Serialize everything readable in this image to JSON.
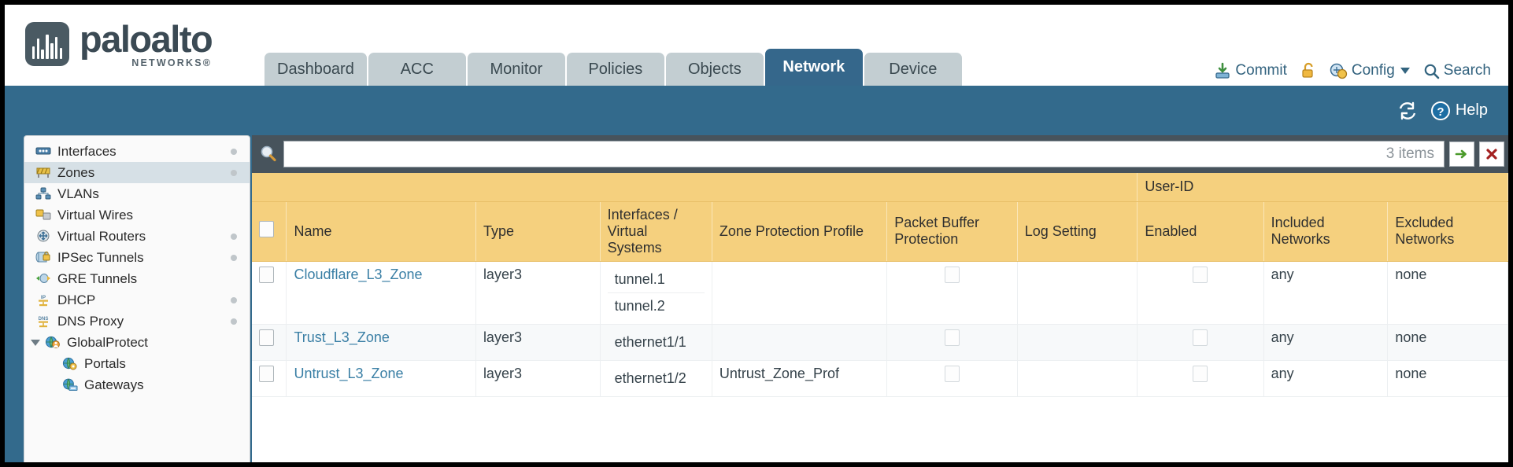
{
  "header": {
    "brand_name": "paloalto",
    "brand_sub": "NETWORKS®",
    "tabs": [
      {
        "label": "Dashboard",
        "active": false
      },
      {
        "label": "ACC",
        "active": false
      },
      {
        "label": "Monitor",
        "active": false
      },
      {
        "label": "Policies",
        "active": false
      },
      {
        "label": "Objects",
        "active": false
      },
      {
        "label": "Network",
        "active": true
      },
      {
        "label": "Device",
        "active": false
      }
    ],
    "actions": {
      "commit": "Commit",
      "config": "Config",
      "search": "Search"
    },
    "help": "Help"
  },
  "sidebar": {
    "items": [
      {
        "label": "Interfaces",
        "icon": "interfaces-icon",
        "dot": true,
        "selected": false,
        "child": false,
        "caret": false
      },
      {
        "label": "Zones",
        "icon": "zones-icon",
        "dot": true,
        "selected": true,
        "child": false,
        "caret": false
      },
      {
        "label": "VLANs",
        "icon": "vlans-icon",
        "dot": false,
        "selected": false,
        "child": false,
        "caret": false
      },
      {
        "label": "Virtual Wires",
        "icon": "virtual-wires-icon",
        "dot": false,
        "selected": false,
        "child": false,
        "caret": false
      },
      {
        "label": "Virtual Routers",
        "icon": "virtual-routers-icon",
        "dot": true,
        "selected": false,
        "child": false,
        "caret": false
      },
      {
        "label": "IPSec Tunnels",
        "icon": "ipsec-tunnels-icon",
        "dot": true,
        "selected": false,
        "child": false,
        "caret": false
      },
      {
        "label": "GRE Tunnels",
        "icon": "gre-tunnels-icon",
        "dot": false,
        "selected": false,
        "child": false,
        "caret": false
      },
      {
        "label": "DHCP",
        "icon": "dhcp-icon",
        "dot": true,
        "selected": false,
        "child": false,
        "caret": false
      },
      {
        "label": "DNS Proxy",
        "icon": "dns-proxy-icon",
        "dot": true,
        "selected": false,
        "child": false,
        "caret": false
      },
      {
        "label": "GlobalProtect",
        "icon": "globalprotect-icon",
        "dot": false,
        "selected": false,
        "child": false,
        "caret": true
      },
      {
        "label": "Portals",
        "icon": "portals-icon",
        "dot": false,
        "selected": false,
        "child": true,
        "caret": false
      },
      {
        "label": "Gateways",
        "icon": "gateways-icon",
        "dot": false,
        "selected": false,
        "child": true,
        "caret": false
      }
    ]
  },
  "filter": {
    "value": "",
    "placeholder": "",
    "items_count": "3 items"
  },
  "table": {
    "group_header": "User-ID",
    "columns": {
      "name": "Name",
      "type": "Type",
      "interfaces": "Interfaces / Virtual Systems",
      "zone_protection": "Zone Protection Profile",
      "packet_buffer": "Packet Buffer Protection",
      "log_setting": "Log Setting",
      "enabled": "Enabled",
      "included_networks": "Included Networks",
      "excluded_networks": "Excluded Networks"
    },
    "rows": [
      {
        "name": "Cloudflare_L3_Zone",
        "type": "layer3",
        "interfaces": [
          "tunnel.1",
          "tunnel.2"
        ],
        "zone_protection": "",
        "packet_buffer_checked": false,
        "log_setting": "",
        "enabled_checked": false,
        "included_networks": "any",
        "excluded_networks": "none"
      },
      {
        "name": "Trust_L3_Zone",
        "type": "layer3",
        "interfaces": [
          "ethernet1/1"
        ],
        "zone_protection": "",
        "packet_buffer_checked": false,
        "log_setting": "",
        "enabled_checked": false,
        "included_networks": "any",
        "excluded_networks": "none"
      },
      {
        "name": "Untrust_L3_Zone",
        "type": "layer3",
        "interfaces": [
          "ethernet1/2"
        ],
        "zone_protection": "Untrust_Zone_Prof",
        "packet_buffer_checked": false,
        "log_setting": "",
        "enabled_checked": false,
        "included_networks": "any",
        "excluded_networks": "none"
      }
    ]
  },
  "colors": {
    "brand_blue": "#336a8c",
    "active_tab": "#35678b",
    "tab_grey": "#c3ced2",
    "header_amber": "#f5d07e",
    "group_amber": "#e6b947",
    "link_blue": "#3a7fa5",
    "filter_bar": "#47535c"
  }
}
